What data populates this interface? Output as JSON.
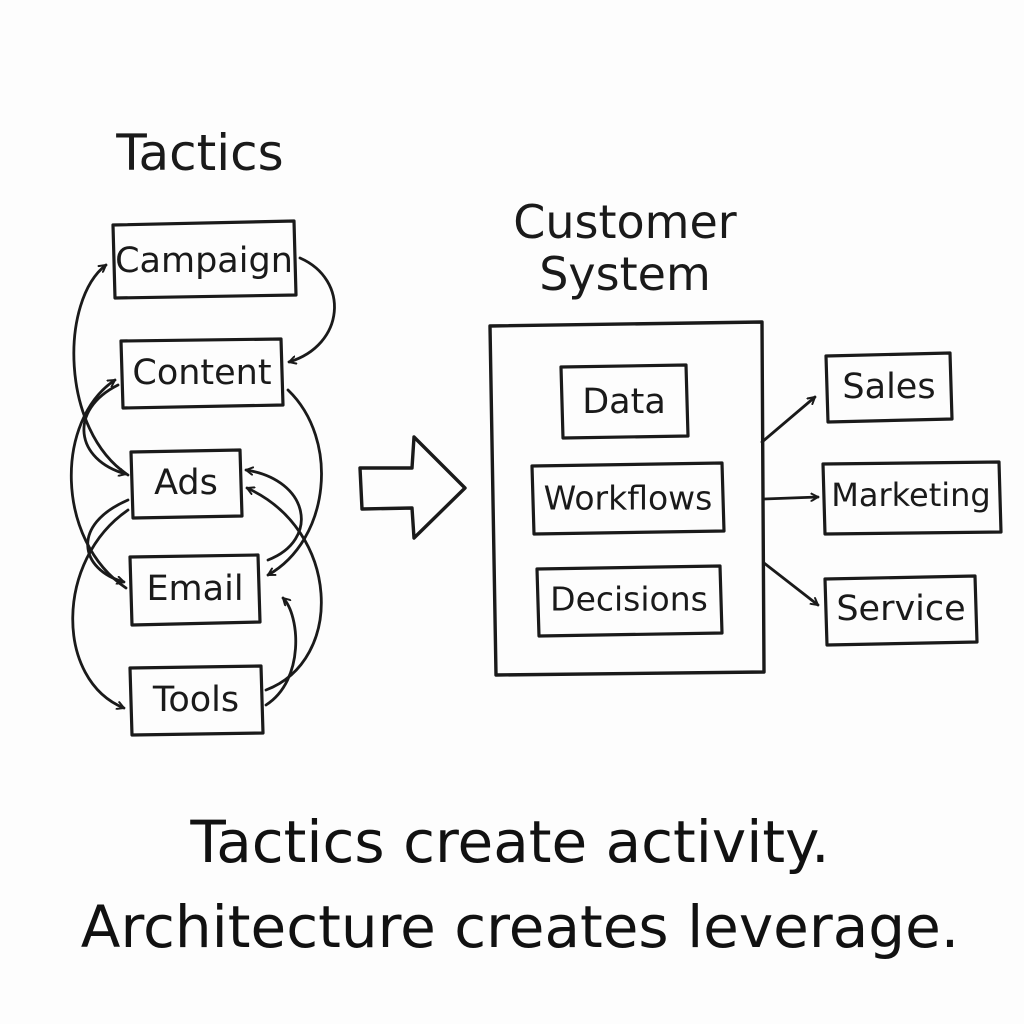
{
  "colors": {
    "ink": "#1a1a1a",
    "background": "#fdfdfd"
  },
  "tactics": {
    "heading": "Tactics",
    "items": [
      "Campaign",
      "Content",
      "Ads",
      "Email",
      "Tools"
    ]
  },
  "system": {
    "heading_line1": "Customer",
    "heading_line2": "System",
    "components": [
      "Data",
      "Workflows",
      "Decisions"
    ]
  },
  "outputs": [
    "Sales",
    "Marketing",
    "Service"
  ],
  "caption": {
    "line1": "Tactics create activity.",
    "line2": "Architecture creates leverage."
  }
}
